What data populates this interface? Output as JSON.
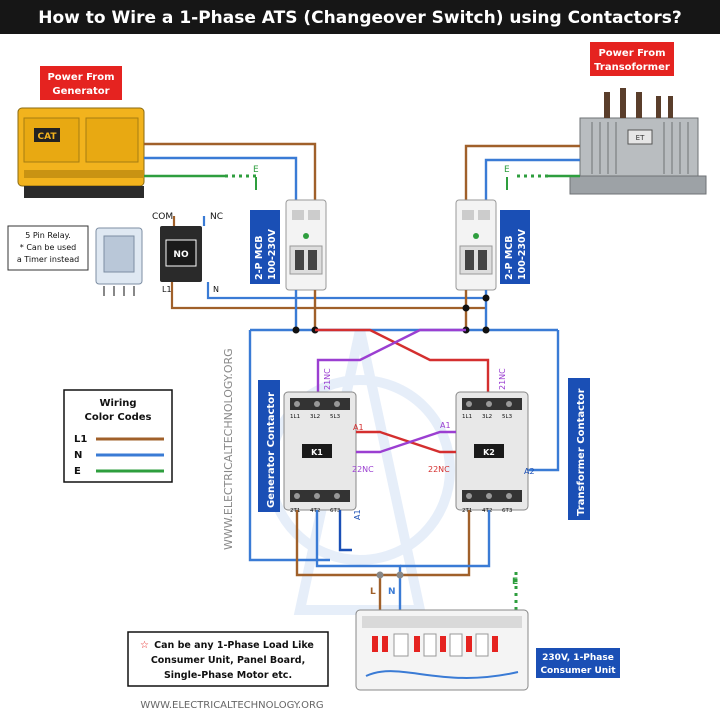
{
  "title": "How to Wire a 1-Phase ATS (Changeover Switch) using Contactors?",
  "generator_label": [
    "Power From",
    "Generator"
  ],
  "transformer_label": [
    "Power From",
    "Transoformer"
  ],
  "generator_brand": "CAT",
  "transformer_plate": "ET",
  "earth_letter": "E",
  "relay_note": [
    "5 Pin Relay.",
    "* Can be used",
    "a Timer instead"
  ],
  "relay_terminals": {
    "com": "COM",
    "nc": "NC",
    "no": "NO",
    "l1": "L1",
    "n": "N"
  },
  "mcb_left": [
    "2-P MCB",
    "100-230V"
  ],
  "mcb_right": [
    "2-P MCB",
    "100-230V"
  ],
  "generator_contactor": "Generator Contactor",
  "transformer_contactor": "Transformer Contactor",
  "contactor_tags": {
    "k1": "K1",
    "k2": "K2"
  },
  "contactor_top_terminals": [
    "1L1",
    "3L2",
    "5L3"
  ],
  "contactor_bottom_terminals": [
    "2T1",
    "4T2",
    "6T3"
  ],
  "wire_tags": {
    "nc21": "21NC",
    "nc22": "22NC",
    "a1": "A1",
    "a2": "A2"
  },
  "load_terminals": {
    "l": "L",
    "n": "N",
    "e": "E"
  },
  "watermark": "WWW.ELECTRICALTECHNOLOGY.ORG",
  "legend": {
    "title": [
      "Wiring",
      "Color Codes"
    ],
    "items": [
      {
        "label": "L1",
        "color": "#a0602a"
      },
      {
        "label": "N",
        "color": "#3a7bd5"
      },
      {
        "label": "E",
        "color": "#2e9e3e"
      }
    ]
  },
  "load_note": [
    "Can be any 1-Phase Load Like",
    "Consumer Unit, Panel Board,",
    "Single-Phase Motor etc."
  ],
  "load_note_star": "☆",
  "consumer_unit_label": [
    "230V, 1-Phase",
    "Consumer Unit"
  ],
  "footer": "WWW.ELECTRICALTECHNOLOGY.ORG",
  "colors": {
    "live": "#a0602a",
    "neutral": "#3a7bd5",
    "earth": "#2e9e3e",
    "interlock_red": "#d42f2f",
    "interlock_purple": "#9b3fd1",
    "label_red": "#e52320",
    "label_blue": "#1a4fb5",
    "title_bg": "#161616"
  }
}
